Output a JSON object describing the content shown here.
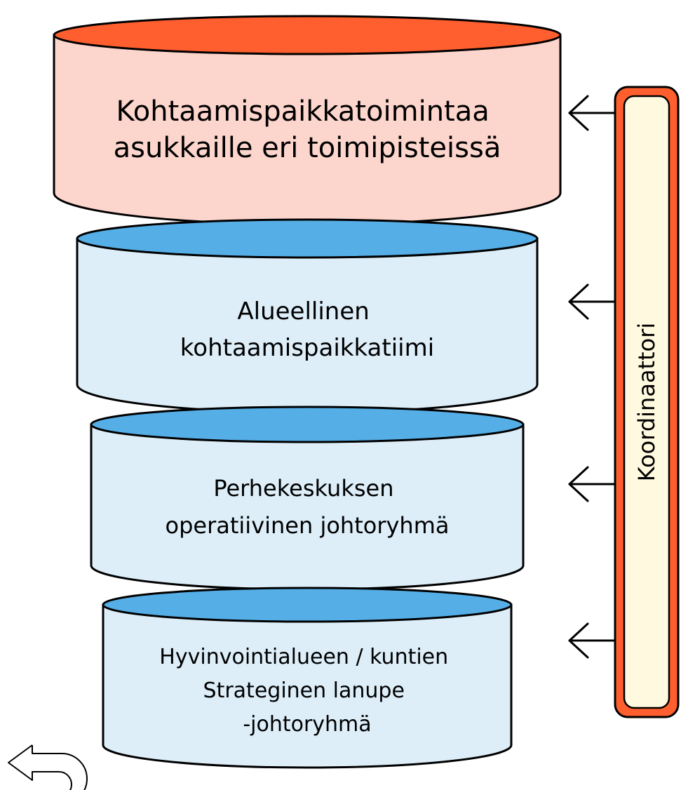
{
  "layers": [
    {
      "lines": [
        "Kohtaamispaikkatoimintaa",
        "asukkaille eri toimipisteissä"
      ],
      "top_color": "#ff5f2e",
      "body_color": "#fcd5cc"
    },
    {
      "lines": [
        "Alueellinen",
        "kohtaamispaikkatiimi"
      ],
      "top_color": "#55aee6",
      "body_color": "#ddeef9"
    },
    {
      "lines": [
        "Perhekeskuksen",
        "operatiivinen johtoryhmä"
      ],
      "top_color": "#55aee6",
      "body_color": "#ddeef9"
    },
    {
      "lines": [
        "Hyvinvointialueen / kuntien",
        "Strateginen lanupe",
        "-johtoryhmä"
      ],
      "top_color": "#55aee6",
      "body_color": "#ddeef9"
    }
  ],
  "coordinator": {
    "label": "Koordinaattori",
    "border_color": "#ff5f2e",
    "fill_color": "#fff9e0"
  },
  "back_icon": "return-arrow-icon"
}
